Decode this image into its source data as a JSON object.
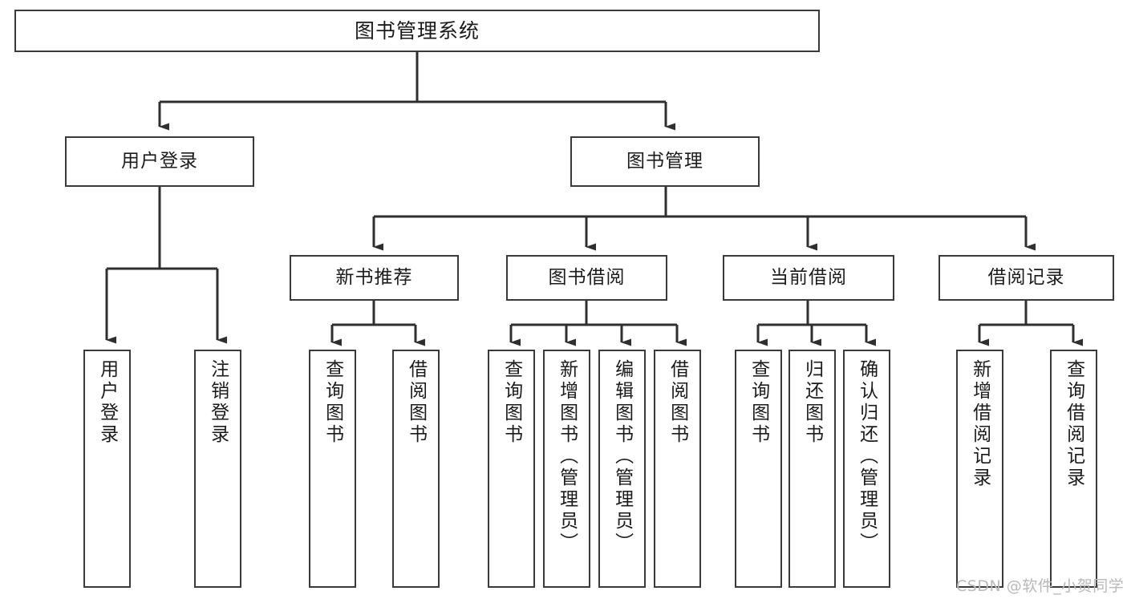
{
  "diagram": {
    "type": "tree-hierarchy-chart",
    "title": "图书管理系统",
    "watermark": "CSDN @软件_小贺同学",
    "colors": {
      "box_border": "#3a3a3a",
      "box_fill": "#ffffff",
      "connector": "#2f2f2f",
      "text": "#1b1b1b",
      "watermark": "#b9b9b9"
    },
    "levels": {
      "root": {
        "label": "图书管理系统"
      },
      "level2": [
        {
          "id": "user-login",
          "label": "用户登录"
        },
        {
          "id": "book-management",
          "label": "图书管理"
        }
      ],
      "level3": [
        {
          "id": "new-book-recommend",
          "label": "新书推荐"
        },
        {
          "id": "book-borrow",
          "label": "图书借阅"
        },
        {
          "id": "current-borrow",
          "label": "当前借阅"
        },
        {
          "id": "borrow-record",
          "label": "借阅记录"
        }
      ],
      "leaves": {
        "user_login": [
          {
            "id": "leaf-user-login",
            "label": "用户登录"
          },
          {
            "id": "leaf-logout-login",
            "label": "注销登录"
          }
        ],
        "new_book_recommend": [
          {
            "id": "leaf-query-book-1",
            "label": "查询图书"
          },
          {
            "id": "leaf-borrow-book-1",
            "label": "借阅图书"
          }
        ],
        "book_borrow": [
          {
            "id": "leaf-query-book-2",
            "label": "查询图书"
          },
          {
            "id": "leaf-add-book",
            "label": "新增图书（管理员）"
          },
          {
            "id": "leaf-edit-book",
            "label": "编辑图书（管理员）"
          },
          {
            "id": "leaf-borrow-book-2",
            "label": "借阅图书"
          }
        ],
        "current_borrow": [
          {
            "id": "leaf-query-book-3",
            "label": "查询图书"
          },
          {
            "id": "leaf-return-book",
            "label": "归还图书"
          },
          {
            "id": "leaf-confirm-return",
            "label": "确认归还（管理员）"
          }
        ],
        "borrow_record": [
          {
            "id": "leaf-add-borrow-record",
            "label": "新增借阅记录"
          },
          {
            "id": "leaf-query-borrow-record",
            "label": "查询借阅记录"
          }
        ]
      }
    }
  }
}
